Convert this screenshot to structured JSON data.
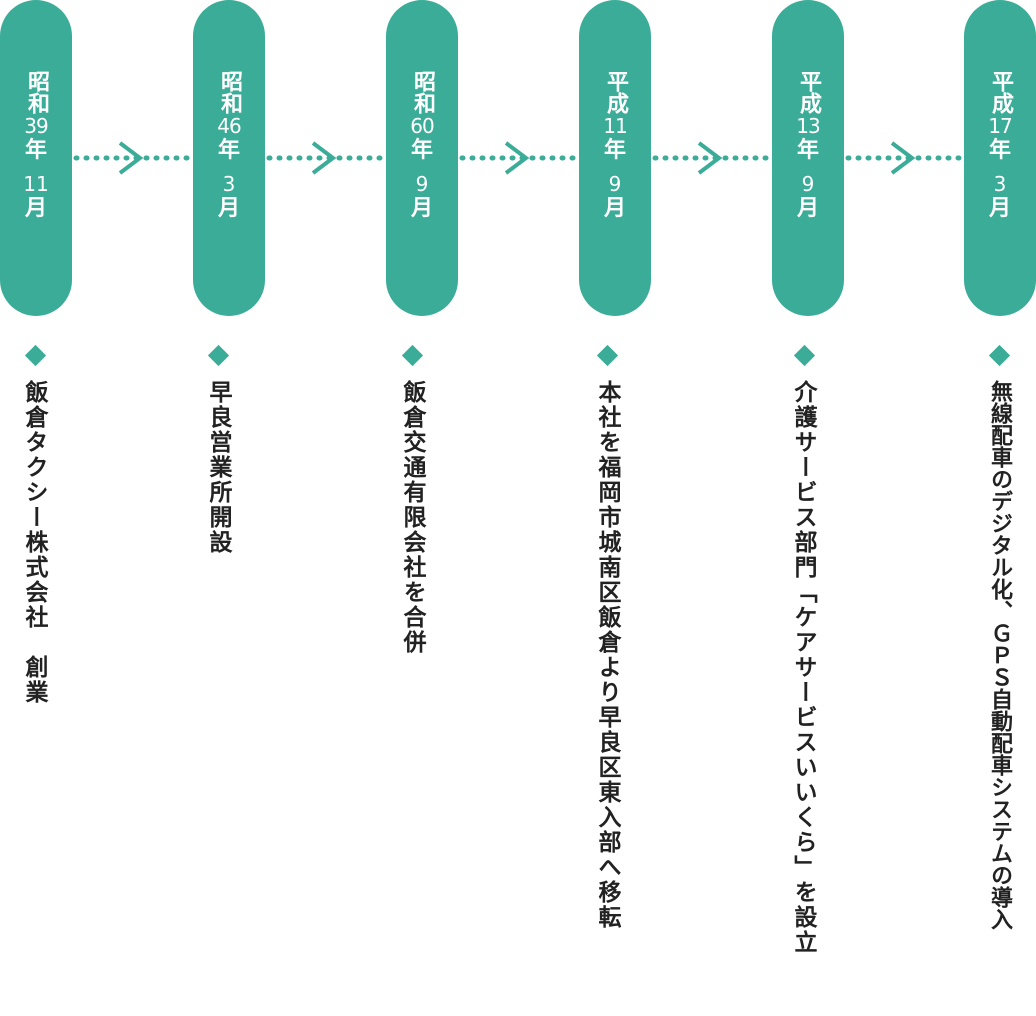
{
  "events": [
    {
      "era": "昭和",
      "year": "39",
      "year_unit": "年",
      "month": "11",
      "month_unit": "月",
      "description": "飯倉タクシー株式会社　創業"
    },
    {
      "era": "昭和",
      "year": "46",
      "year_unit": "年",
      "month": "3",
      "month_unit": "月",
      "description": "早良営業所開設"
    },
    {
      "era": "昭和",
      "year": "60",
      "year_unit": "年",
      "month": "9",
      "month_unit": "月",
      "description": "飯倉交通有限会社を合併"
    },
    {
      "era": "平成",
      "year": "11",
      "year_unit": "年",
      "month": "9",
      "month_unit": "月",
      "description": "本社を福岡市城南区飯倉より早良区東入部へ移転"
    },
    {
      "era": "平成",
      "year": "13",
      "year_unit": "年",
      "month": "9",
      "month_unit": "月",
      "description": "介護サービス部門「ケアサービスいいくら」を設立"
    },
    {
      "era": "平成",
      "year": "17",
      "year_unit": "年",
      "month": "3",
      "month_unit": "月",
      "description": "無線配車のデジタル化、ＧＰＳ自動配車システムの導入"
    }
  ],
  "colors": {
    "accent": "#3bac98",
    "text": "#222222",
    "pill_text": "#ffffff"
  }
}
